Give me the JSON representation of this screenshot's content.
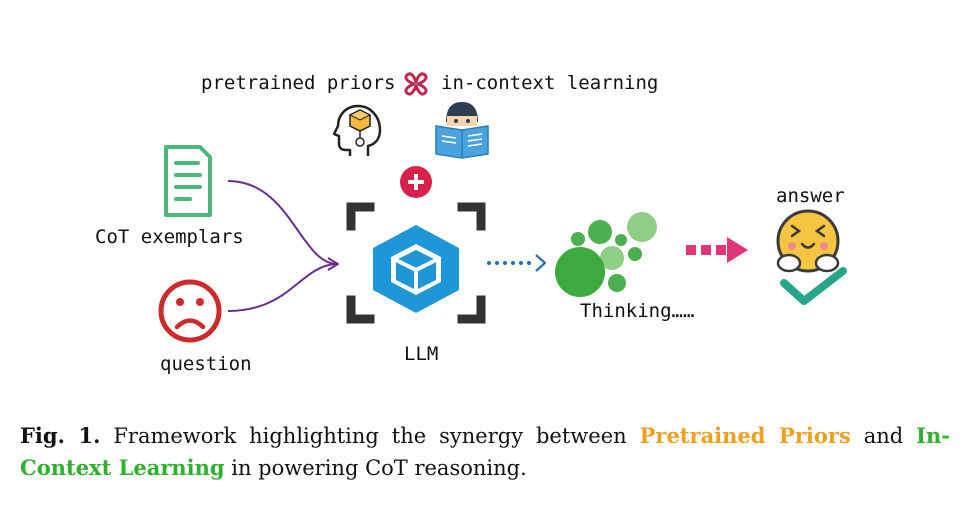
{
  "top_labels": {
    "left": "pretrained priors",
    "right": "in-context learning"
  },
  "nodes": {
    "exemplars": "CoT exemplars",
    "question": "question",
    "llm": "LLM",
    "thinking": "Thinking……",
    "answer": "answer"
  },
  "caption": {
    "fig_label": "Fig. 1.",
    "text_before": "Framework highlighting the synergy between",
    "highlight_1": "Pretrained Priors",
    "text_and": "and",
    "highlight_2": "In-Context Learning",
    "text_after": "in powering CoT reasoning."
  },
  "colors": {
    "orange": "#f0a020",
    "green": "#2fb02f",
    "cube_blue": "#1f96d8",
    "bracket": "#333333",
    "purple_arrow": "#6a2c8e",
    "pink_arrow": "#e0357a",
    "plus_red": "#d8204a",
    "doc_green": "#4cb77a",
    "sad_red": "#cc2b2b",
    "bubble_green": "#4caf50",
    "smile_yellow": "#f5c542"
  },
  "icons": [
    "cross-icon",
    "head-gear-icon",
    "reading-person-icon",
    "document-icon",
    "sad-face-icon",
    "plus-icon",
    "cube-icon",
    "thought-bubbles-icon",
    "happy-face-icon",
    "checkmark-icon"
  ]
}
